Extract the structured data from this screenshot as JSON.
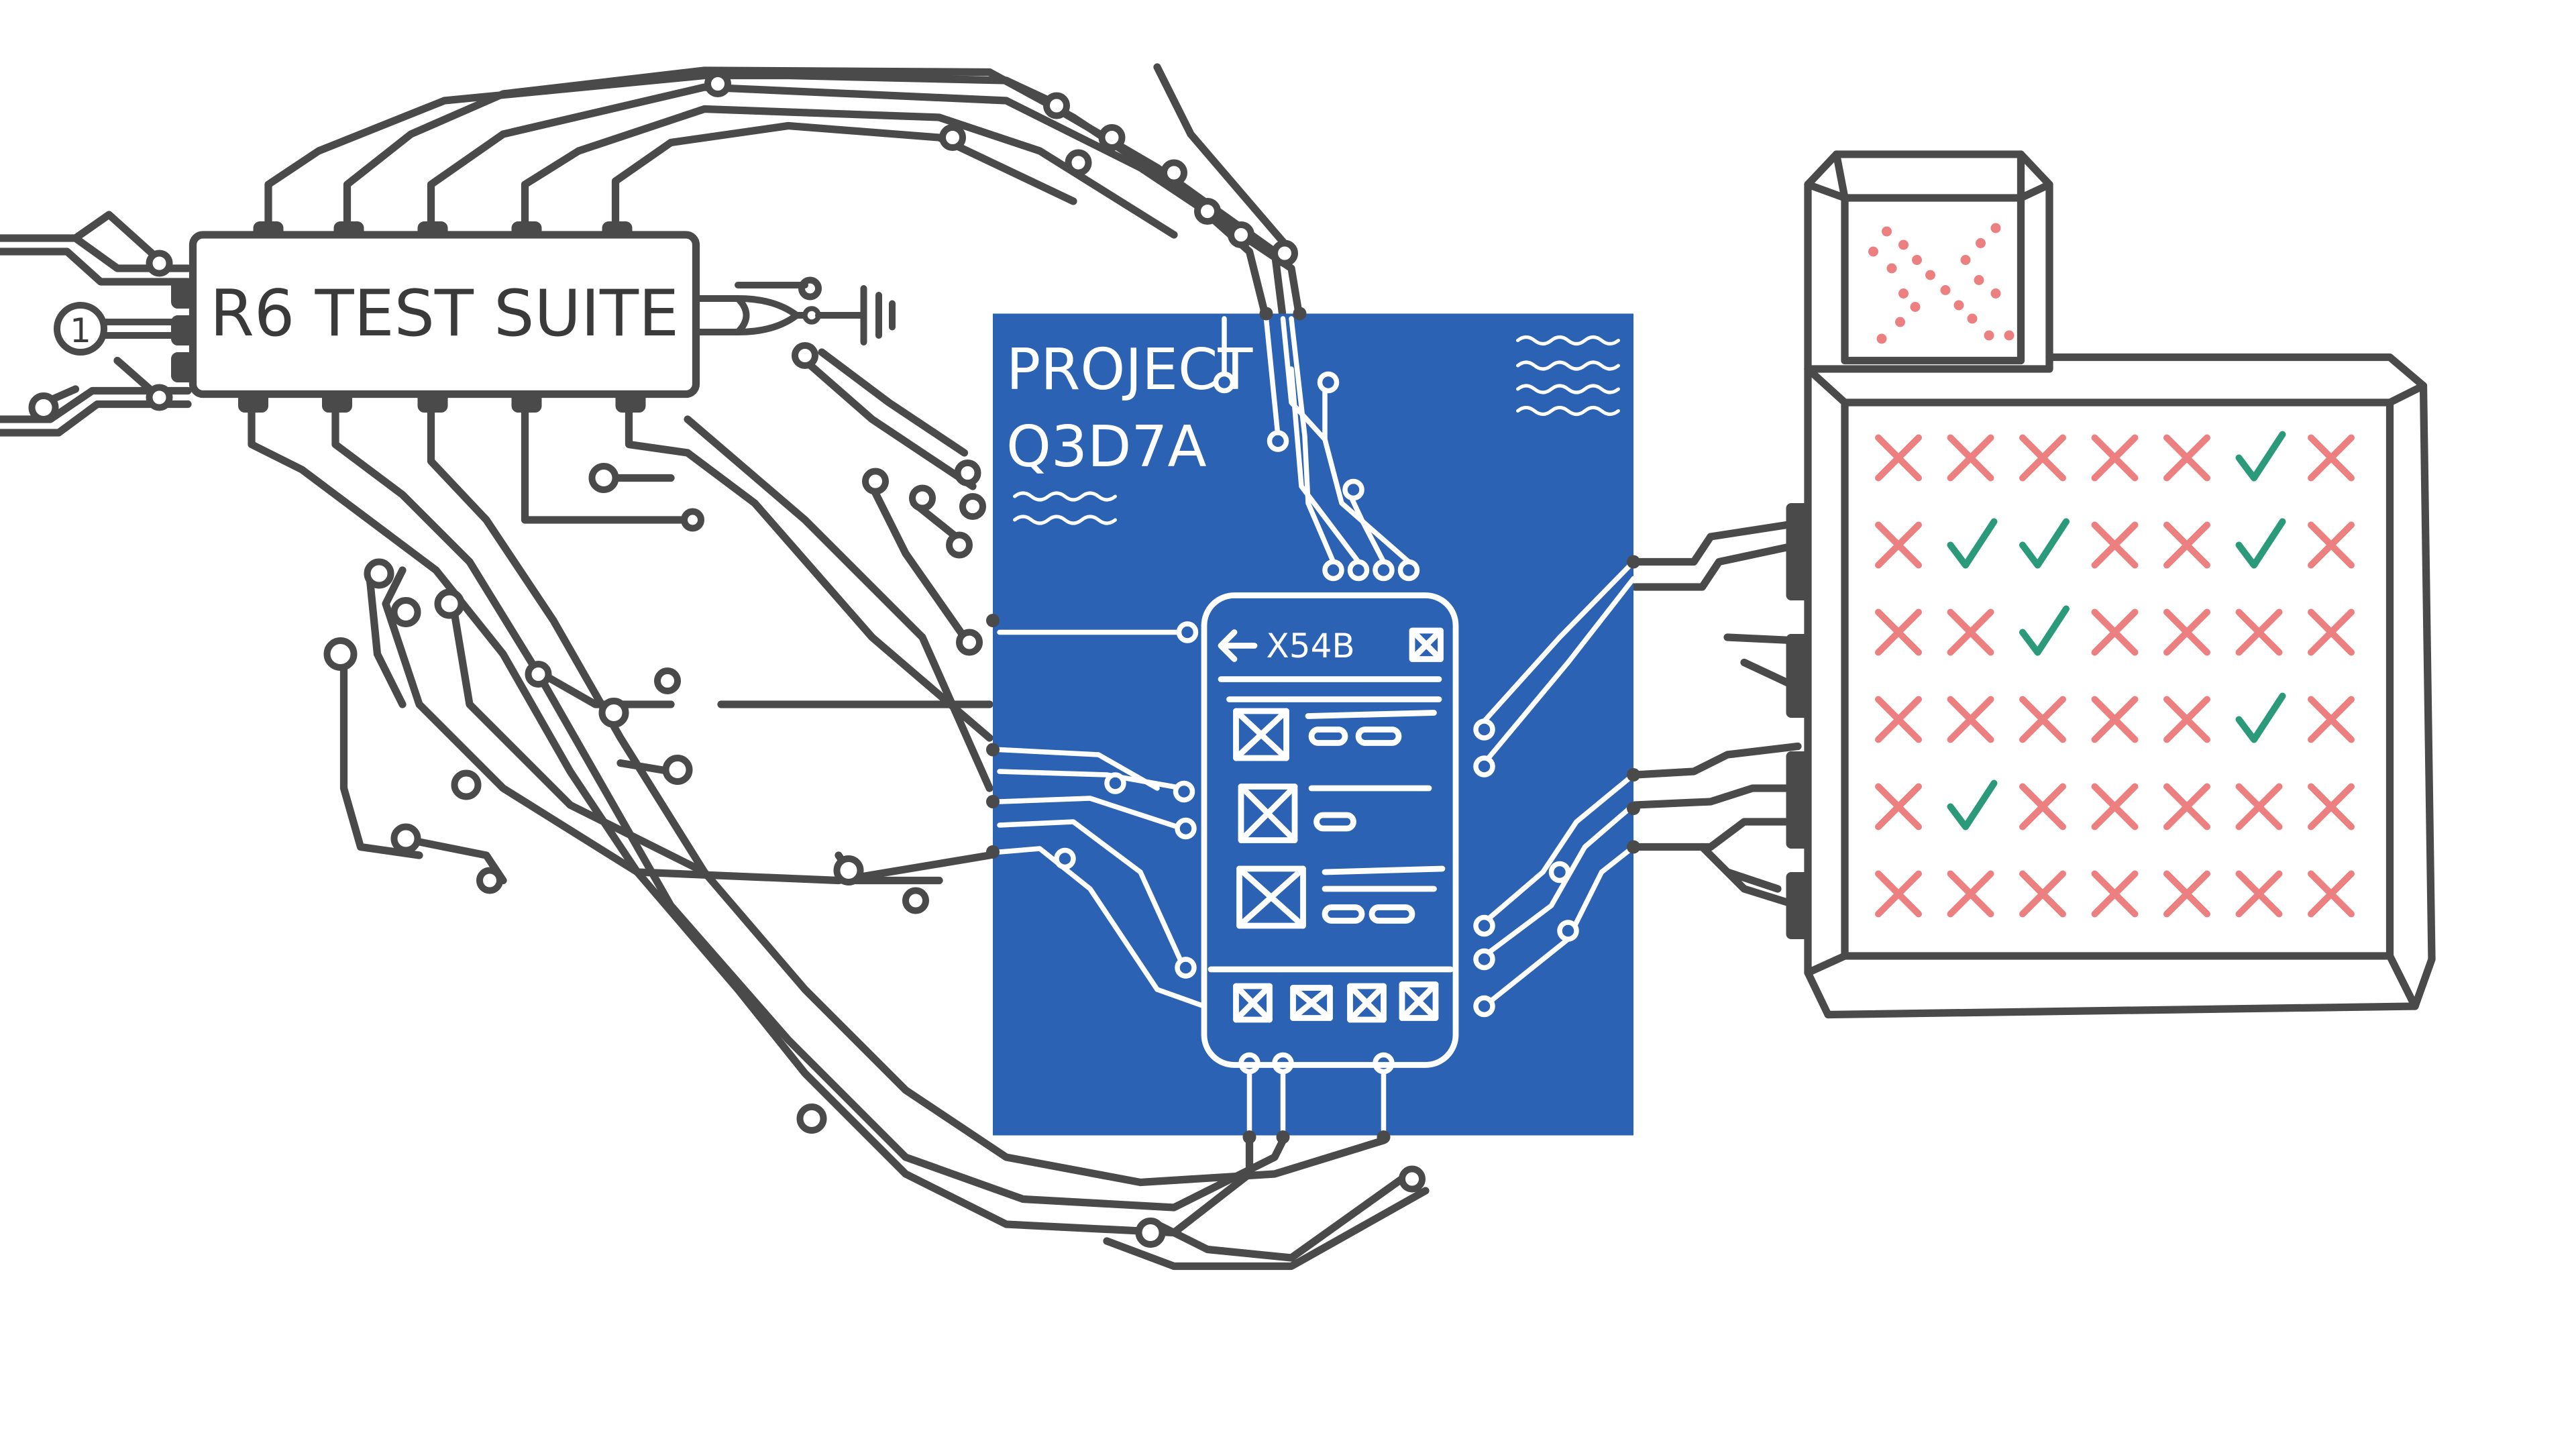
{
  "suite": {
    "label": "R6 TEST SUITE",
    "indicator": "1"
  },
  "blueprint": {
    "title_line1": "PROJECT",
    "title_line2": "Q3D7A",
    "device": {
      "back_icon": "arrow-left-icon",
      "screen_label": "X54B",
      "close_icon": "close-box-icon",
      "rows": 3,
      "nav_buttons": 4
    }
  },
  "results": {
    "summary_icon": "cross-icon",
    "grid": [
      [
        "fail",
        "fail",
        "fail",
        "fail",
        "fail",
        "pass",
        "fail"
      ],
      [
        "fail",
        "pass",
        "pass",
        "fail",
        "fail",
        "pass",
        "fail"
      ],
      [
        "fail",
        "fail",
        "pass",
        "fail",
        "fail",
        "fail",
        "fail"
      ],
      [
        "fail",
        "fail",
        "fail",
        "fail",
        "fail",
        "pass",
        "fail"
      ],
      [
        "fail",
        "pass",
        "fail",
        "fail",
        "fail",
        "fail",
        "fail"
      ],
      [
        "fail",
        "fail",
        "fail",
        "fail",
        "fail",
        "fail",
        "fail"
      ]
    ]
  },
  "colors": {
    "ink": "#4a4a4a",
    "blueprint_bg": "#2c62b3",
    "blueprint_ink": "#ffffff",
    "fail": "#ec7f7f",
    "pass": "#2a9a7a"
  }
}
